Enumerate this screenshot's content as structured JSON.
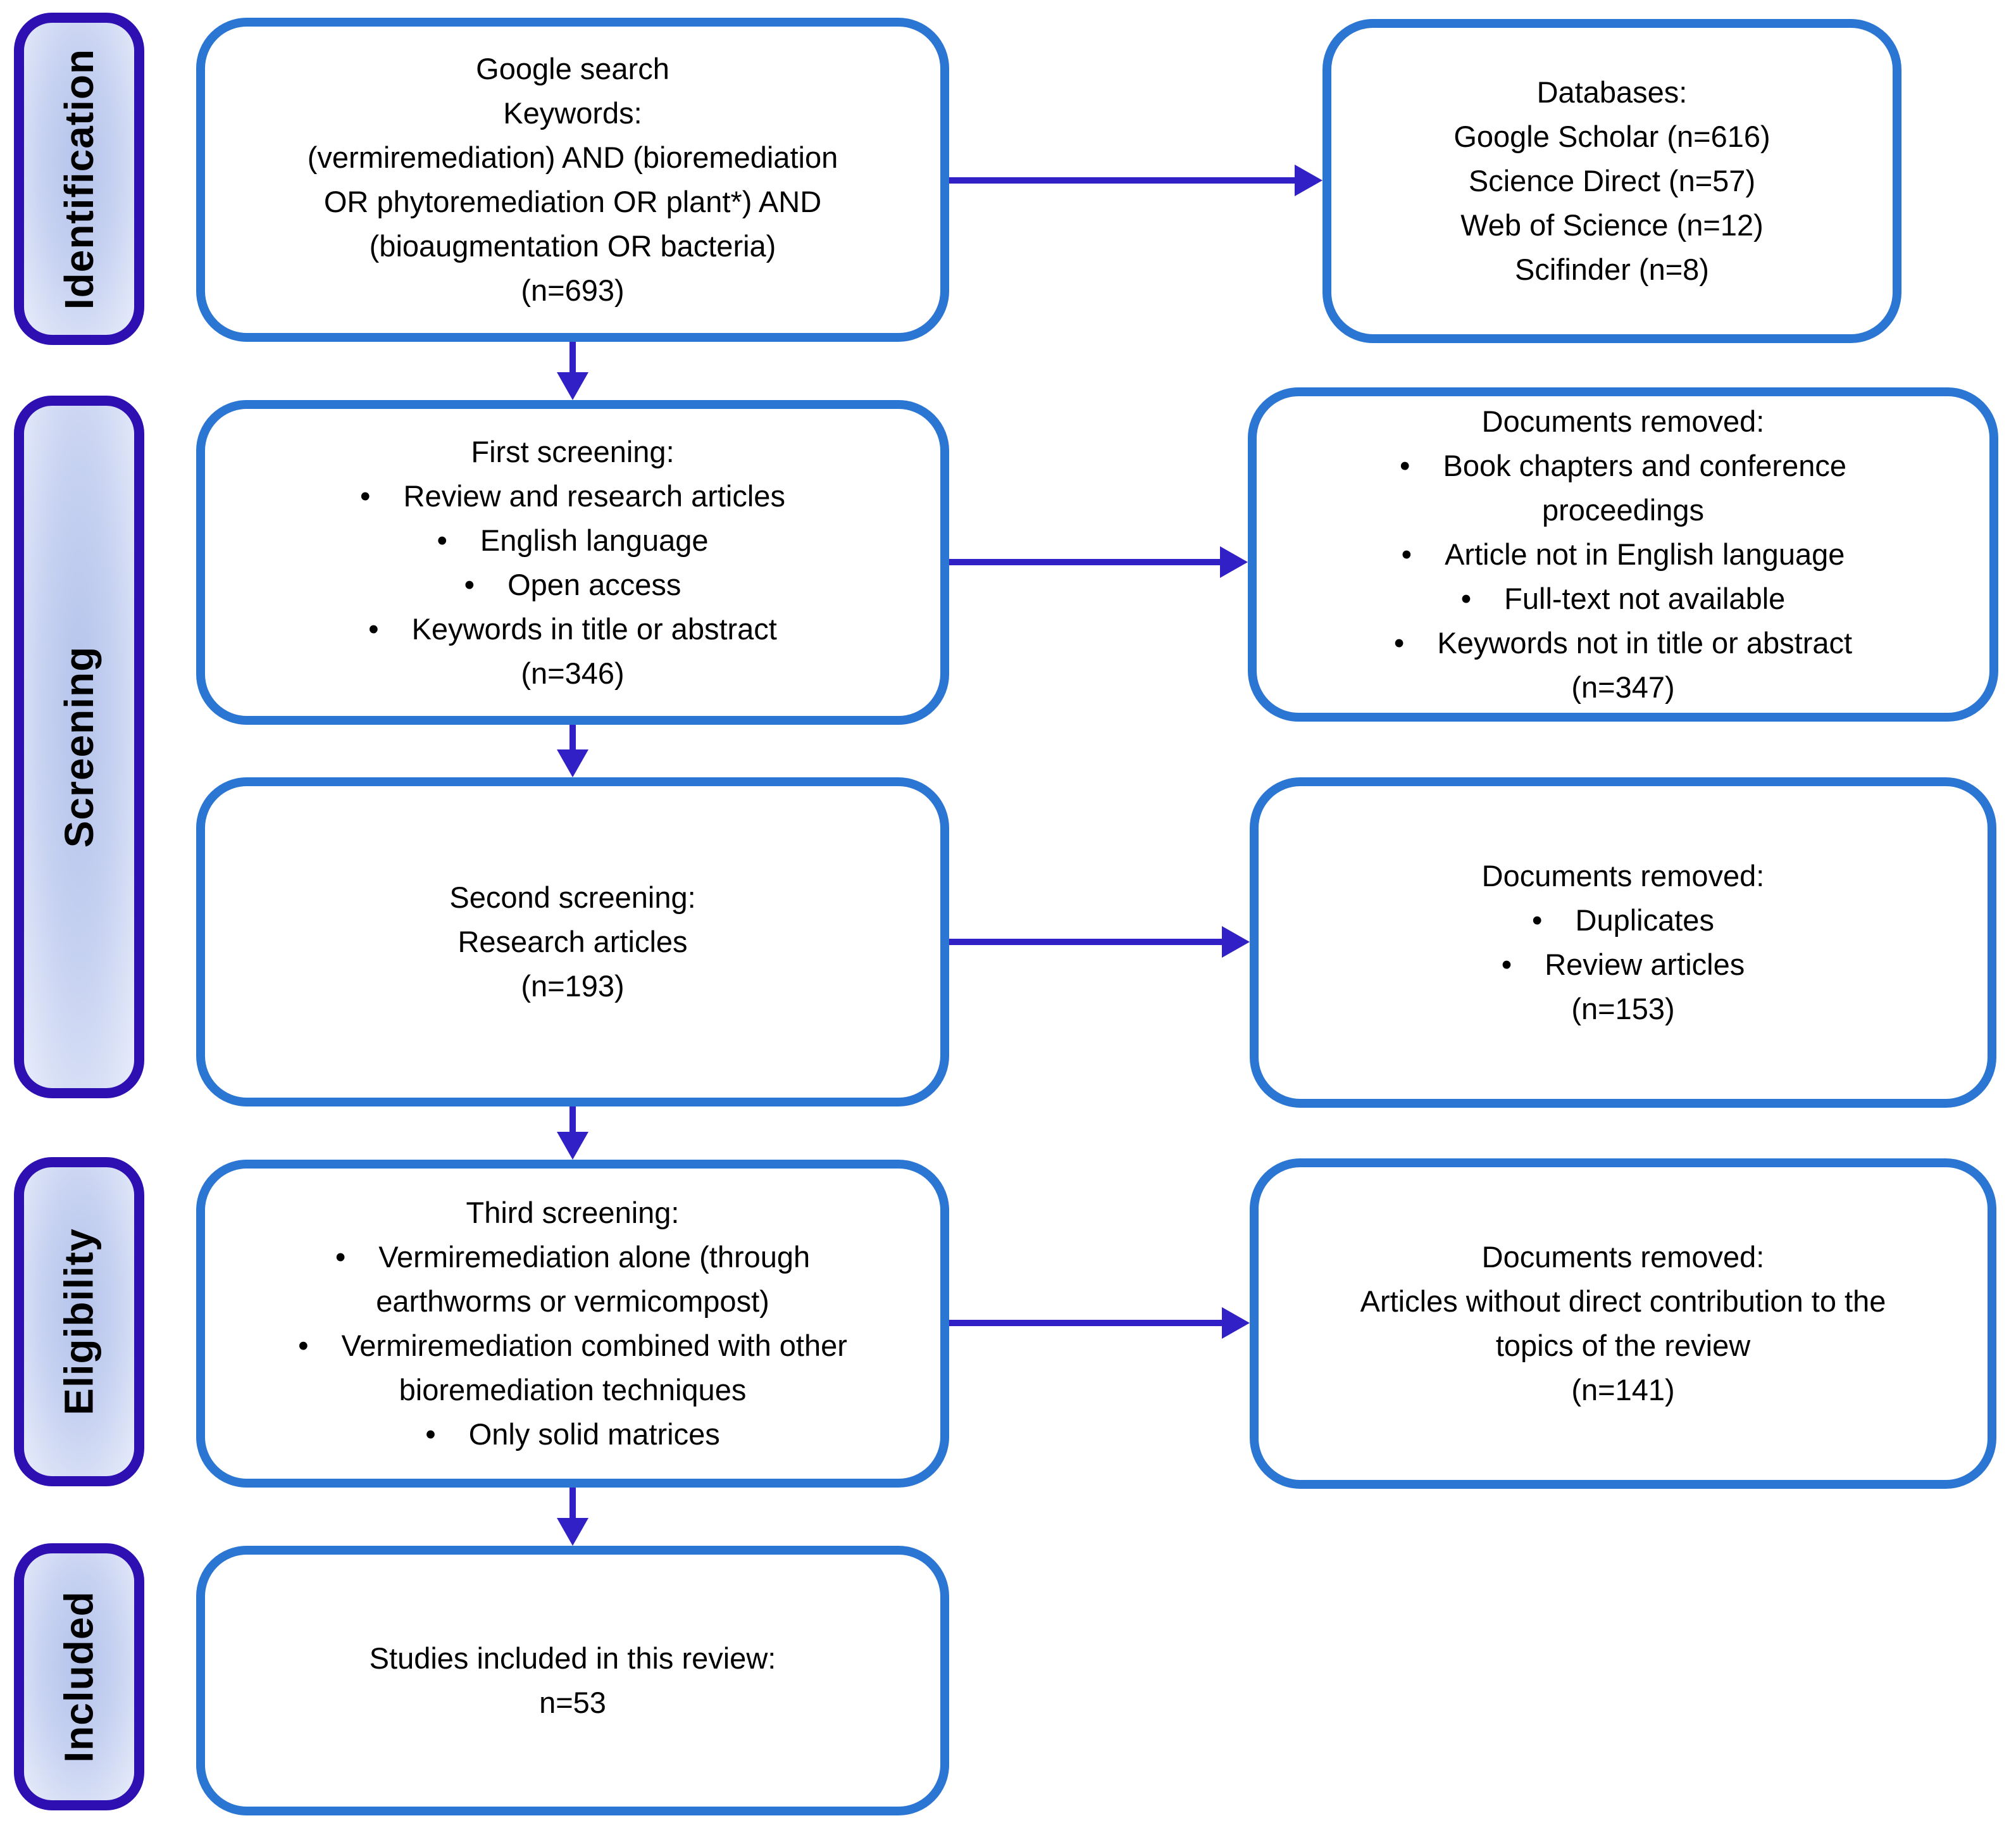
{
  "colors": {
    "box_border": "#2b76d3",
    "arrow": "#3120c6",
    "stage_border": "#2e10b2",
    "stage_fill_center": "#b4c3ec",
    "stage_fill_edge": "#e8edfb",
    "text": "#000000"
  },
  "sidebar": {
    "items": [
      {
        "label": "Identification"
      },
      {
        "label": "Screening"
      },
      {
        "label": "Eligibility"
      },
      {
        "label": "Included"
      }
    ]
  },
  "flow": {
    "boxes": [
      {
        "id": "google-search",
        "lines": [
          {
            "text": "Google search"
          },
          {
            "text": "Keywords:"
          },
          {
            "text": "(vermiremediation) AND (bioremediation"
          },
          {
            "text": "OR phytoremediation OR plant*) AND"
          },
          {
            "text": "(bioaugmentation OR bacteria)"
          },
          {
            "text": "(n=693)"
          }
        ]
      },
      {
        "id": "first-screening",
        "lines": [
          {
            "text": "First screening:"
          },
          {
            "text": "Review and research articles",
            "bullet": true
          },
          {
            "text": "English language",
            "bullet": true
          },
          {
            "text": "Open access",
            "bullet": true
          },
          {
            "text": "Keywords in title or abstract",
            "bullet": true
          },
          {
            "text": "(n=346)"
          }
        ]
      },
      {
        "id": "second-screening",
        "lines": [
          {
            "text": "Second screening:"
          },
          {
            "text": "Research articles"
          },
          {
            "text": "(n=193)"
          }
        ]
      },
      {
        "id": "third-screening",
        "lines": [
          {
            "text": "Third screening:"
          },
          {
            "text": "Vermiremediation alone (through",
            "bullet": true
          },
          {
            "text": "earthworms or vermicompost)"
          },
          {
            "text": "Vermiremediation combined with other",
            "bullet": true
          },
          {
            "text": "bioremediation techniques"
          },
          {
            "text": "Only solid matrices",
            "bullet": true
          }
        ]
      },
      {
        "id": "studies-included",
        "lines": [
          {
            "text": "Studies included in this review:"
          },
          {
            "text": "n=53"
          }
        ]
      },
      {
        "id": "databases",
        "lines": [
          {
            "text": "Databases:"
          },
          {
            "text": "Google Scholar (n=616)"
          },
          {
            "text": "Science Direct (n=57)"
          },
          {
            "text": "Web of Science (n=12)"
          },
          {
            "text": "Scifinder (n=8)"
          }
        ]
      },
      {
        "id": "documents-removed-1",
        "lines": [
          {
            "text": "Documents removed:"
          },
          {
            "text": "Book chapters and conference",
            "bullet": true
          },
          {
            "text": "proceedings"
          },
          {
            "text": "Article not in English language",
            "bullet": true
          },
          {
            "text": "Full-text not available",
            "bullet": true
          },
          {
            "text": "Keywords not in title or abstract",
            "bullet": true
          },
          {
            "text": "(n=347)"
          }
        ]
      },
      {
        "id": "documents-removed-2",
        "lines": [
          {
            "text": "Documents removed:"
          },
          {
            "text": "Duplicates",
            "bullet": true
          },
          {
            "text": "Review articles",
            "bullet": true
          },
          {
            "text": "(n=153)"
          }
        ]
      },
      {
        "id": "documents-removed-3",
        "lines": [
          {
            "text": "Documents removed:"
          },
          {
            "text": "Articles without direct contribution to the"
          },
          {
            "text": "topics of the review"
          },
          {
            "text": "(n=141)"
          }
        ]
      }
    ]
  }
}
